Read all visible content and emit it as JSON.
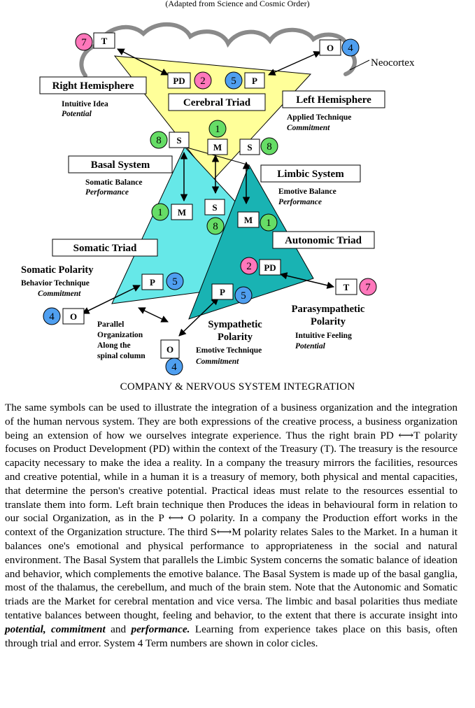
{
  "source": "(Adapted from Science and Cosmic Order)",
  "neocortex_label": "Neocortex",
  "labels": {
    "right_hemisphere": "Right Hemisphere",
    "left_hemisphere": "Left Hemisphere",
    "cerebral_triad": "Cerebral Triad",
    "basal_system": "Basal System",
    "limbic_system": "Limbic System",
    "somatic_triad": "Somatic Triad",
    "autonomic_triad": "Autonomic Triad"
  },
  "annotations": {
    "right_line1": "Intuitive Idea",
    "right_line2": "Potential",
    "left_line1": "Applied Technique",
    "left_line2": "Commitment",
    "basal_line1": "Somatic Balance",
    "basal_line2": "Performance",
    "limbic_line1": "Emotive Balance",
    "limbic_line2": "Performance",
    "somatic_pol_title": "Somatic Polarity",
    "somatic_pol_line1": "Behavior Technique",
    "somatic_pol_line2": "Commitment",
    "parallel_1": "Parallel",
    "parallel_2": "Organization",
    "parallel_3": "Along the",
    "parallel_4": "spinal column",
    "symp_title1": "Sympathetic",
    "symp_title2": "Polarity",
    "symp_line1": "Emotive Technique",
    "symp_line2": "Commitment",
    "para_title1": "Parasympathetic",
    "para_title2": "Polarity",
    "para_line1": "Intuitive Feeling",
    "para_line2": "Potential"
  },
  "terms": {
    "T_top": "T",
    "O_top": "O",
    "PD_cer": "PD",
    "P_cer": "P",
    "S_left": "S",
    "M_cer": "M",
    "S_right": "S",
    "M_basal": "M",
    "S_center": "S",
    "M_limbic": "M",
    "PD_auto": "PD",
    "T_right": "T",
    "P_som": "P",
    "P_symp": "P",
    "O_left": "O",
    "O_bottom": "O"
  },
  "numbers": {
    "n7_top": "7",
    "n4_top": "4",
    "n2_cer": "2",
    "n5_cer": "5",
    "n8_left": "8",
    "n1_cer": "1",
    "n8_right": "8",
    "n1_basal": "1",
    "n8_center": "8",
    "n1_limbic": "1",
    "n2_auto": "2",
    "n7_right": "7",
    "n5_som": "5",
    "n5_symp": "5",
    "n4_left": "4",
    "n4_bottom": "4"
  },
  "colors": {
    "yellow_triangle": "#ffff99",
    "cyan_triangle": "#66e8e8",
    "teal_triangle": "#19b3b3",
    "term1": "#66dd66",
    "term2": "#ff77bb",
    "term4": "#4f9ff0",
    "term5": "#4f9ff0",
    "term7": "#ff77bb",
    "term8": "#66dd66"
  },
  "caption": "COMPANY & NERVOUS SYSTEM INTEGRATION",
  "body": {
    "p1": "The same symbols can be used to illustrate the integration of a business organization and the integration of the human nervous system. They are both expressions of the creative process, a business organization being an extension of how we ourselves integrate experience. Thus the right brain PD",
    "arrow1": "⟷",
    "p2": "T polarity focuses on Product Development (PD) within the context of the Treasury (T). The treasury is the resource capacity necessary to make the idea a reality. In a company the treasury mirrors the facilities, resources and creative potential, while in a human it is a treasury of memory, both physical and mental capacities, that determine the person's creative potential. Practical ideas must relate to the resources essential to translate them into form. Left brain technique then Produces the ideas in behavioural form in relation to our social Organization, as in the",
    "p_arrow_text": "P ⟷ O",
    "p3": "polarity. In a company the Production effort works in the context of the Organization structure. The third S",
    "arrow2": "⟷",
    "p4": "M polarity relates Sales to the Market. In a human it balances one's emotional and physical performance to appropriateness in the social and natural environment. The Basal System that parallels the Limbic System concerns the somatic balance of ideation and behavior, which complements the emotive balance. The Basal System is made up of the basal ganglia, most of the thalamus, the cerebellum, and much of the brain stem. Note that the Autonomic and Somatic triads are the Market for cerebral mentation and vice versa. The limbic and basal polarities thus mediate tentative balances between thought, feeling and behavior, to the extent that there is accurate insight into",
    "em1": "potential, commitment",
    "and": "and",
    "em2": "performance.",
    "p5": "Learning from experience takes place on this basis, often through trial and error. System 4 Term numbers are shown in color cicles."
  }
}
